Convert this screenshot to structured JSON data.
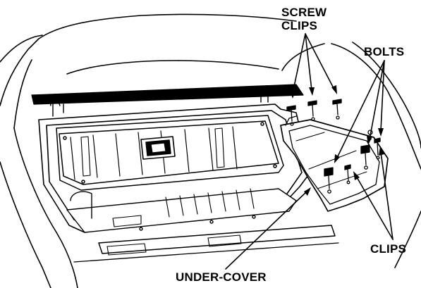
{
  "labels": {
    "screw_clips_line1": "SCREW",
    "screw_clips_line2": "CLIPS",
    "bolts": "BOLTS",
    "clips": "CLIPS",
    "under_cover": "UNDER-COVER"
  },
  "colors": {
    "ink": "#000000",
    "paper": "#ffffff"
  }
}
